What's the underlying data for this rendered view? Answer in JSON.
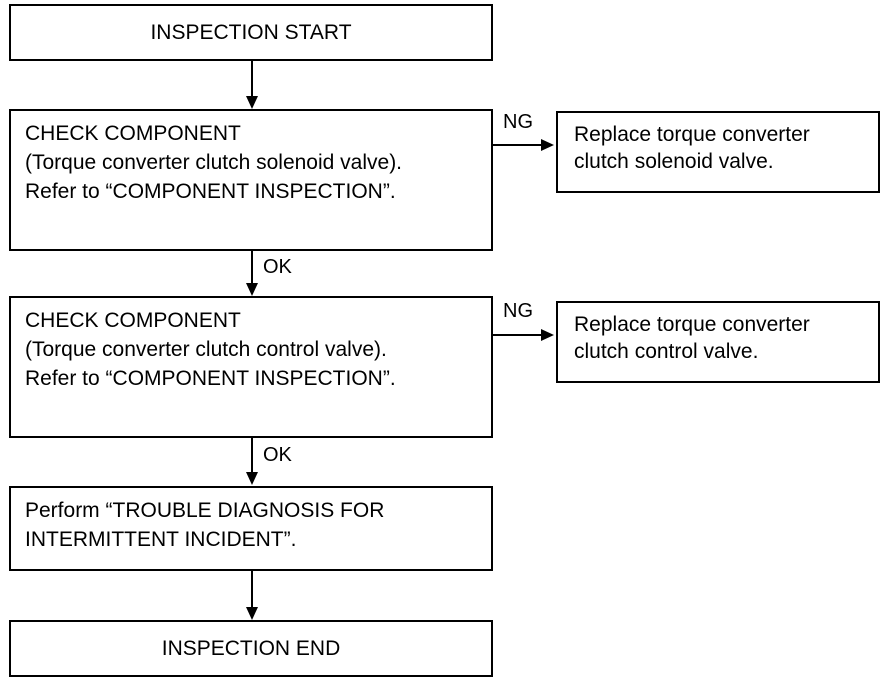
{
  "flowchart": {
    "start": "INSPECTION START",
    "step1": {
      "lines": [
        "CHECK COMPONENT",
        "(Torque converter clutch solenoid valve).",
        "Refer to “COMPONENT INSPECTION”."
      ],
      "ng_label": "NG",
      "ok_label": "OK",
      "ng_result": [
        "Replace torque converter",
        "clutch solenoid valve."
      ]
    },
    "step2": {
      "lines": [
        "CHECK COMPONENT",
        "(Torque converter clutch control valve).",
        "Refer to “COMPONENT INSPECTION”."
      ],
      "ng_label": "NG",
      "ok_label": "OK",
      "ng_result": [
        "Replace torque converter",
        "clutch control valve."
      ]
    },
    "step3": {
      "lines": [
        "Perform “TROUBLE DIAGNOSIS FOR",
        "INTERMITTENT INCIDENT”."
      ]
    },
    "end": "INSPECTION END"
  }
}
